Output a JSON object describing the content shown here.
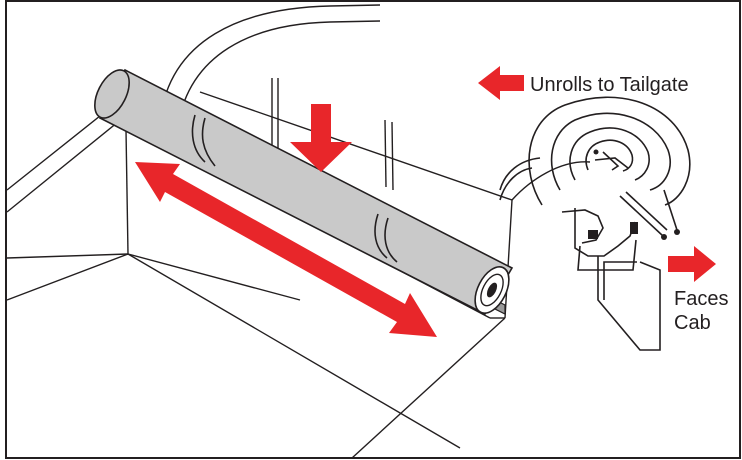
{
  "labels": {
    "unrolls": "Unrolls to Tailgate",
    "faces": "Faces",
    "cab": "Cab"
  },
  "colors": {
    "arrow": "#e8262a",
    "line": "#231f20",
    "roll": "#c9c9c9",
    "background": "#ffffff"
  },
  "icons": {
    "unroll_direction": "arrow-left-icon",
    "faces_direction": "arrow-right-icon",
    "press_down": "arrow-down-icon",
    "slide": "double-arrow-icon"
  }
}
